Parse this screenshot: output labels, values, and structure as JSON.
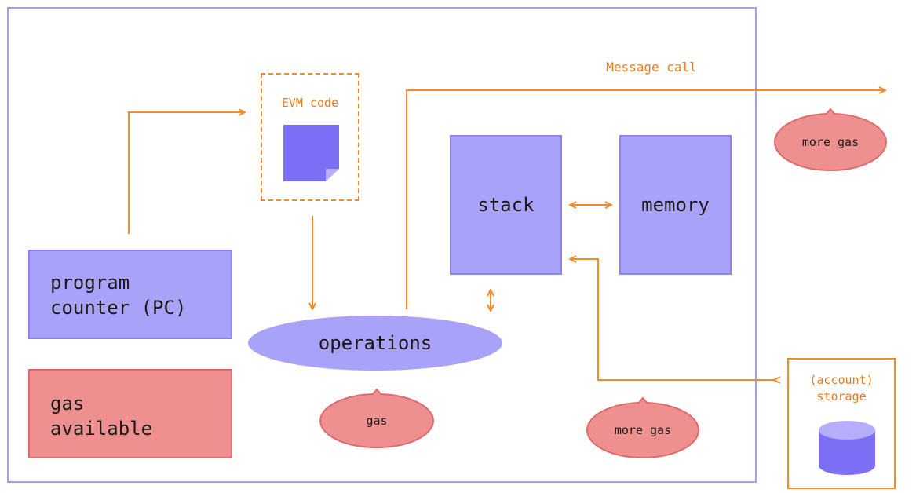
{
  "labels": {
    "program_counter_line1": "program",
    "program_counter_line2": "counter (PC)",
    "gas_available_line1": "gas",
    "gas_available_line2": "available",
    "evm_code": "EVM code",
    "operations": "operations",
    "stack": "stack",
    "memory": "memory",
    "message_call": "Message call",
    "storage_line1": "(account)",
    "storage_line2": "storage",
    "gas_bubble": "gas",
    "more_gas_top": "more gas",
    "more_gas_bottom": "more gas"
  },
  "colors": {
    "box_fill": "#a8a3f8",
    "box_border": "#8b84ee",
    "gas_fill": "#ef9090",
    "accent_orange": "#f58a2a",
    "frame": "#a29cf4"
  },
  "icons": [
    "document-icon",
    "database-cylinder-icon"
  ]
}
